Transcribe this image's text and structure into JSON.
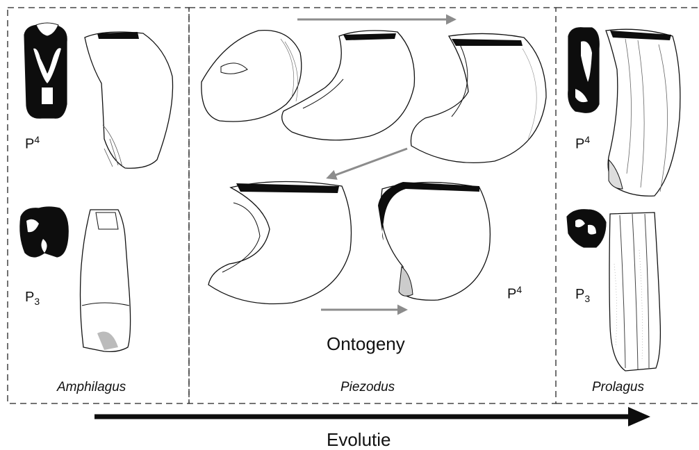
{
  "panels": [
    {
      "genus": "Amphilagus",
      "teeth": [
        {
          "label_base": "P",
          "label_index": "4",
          "index_position": "superscript"
        },
        {
          "label_base": "P",
          "label_index": "3",
          "index_position": "subscript"
        }
      ]
    },
    {
      "genus": "Piezodus",
      "tooth_label": {
        "label_base": "P",
        "label_index": "4",
        "index_position": "superscript"
      },
      "sequence_label": "Ontogeny"
    },
    {
      "genus": "Prolagus",
      "teeth": [
        {
          "label_base": "P",
          "label_index": "4",
          "index_position": "superscript"
        },
        {
          "label_base": "P",
          "label_index": "3",
          "index_position": "subscript"
        }
      ]
    }
  ],
  "bottom_arrow_label": "Evolutie",
  "colors": {
    "line": "#111111",
    "arrow_gray": "#8c8c8c",
    "dark_fill": "#0d0d0d"
  }
}
